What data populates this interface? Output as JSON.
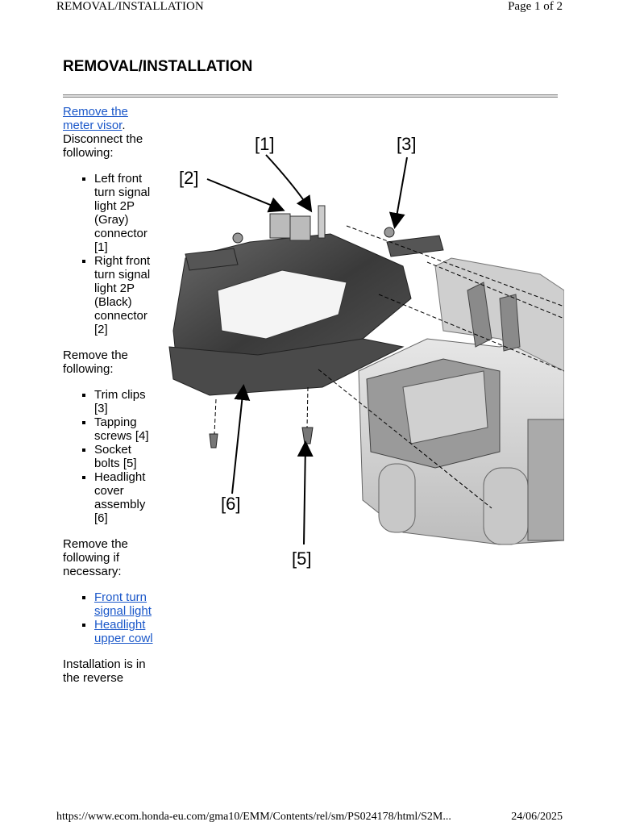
{
  "print_header": {
    "left": "REMOVAL/INSTALLATION",
    "right": "Page 1 of 2"
  },
  "title": "REMOVAL/INSTALLATION",
  "steps": {
    "link_visor": "Remove the meter visor",
    "link_visor_suffix": ".",
    "disconnect_intro": "Disconnect the following:",
    "disconnect_items": [
      "Left front turn signal light 2P (Gray) connector [1]",
      "Right front turn signal light 2P (Black) connector [2]"
    ],
    "remove_intro": "Remove the following:",
    "remove_items": [
      "Trim clips [3]",
      "Tapping screws [4]",
      "Socket bolts [5]",
      "Headlight cover assembly [6]"
    ],
    "optional_intro": "Remove the following if necessary:",
    "optional_links": [
      "Front turn signal light",
      "Headlight upper cowl"
    ],
    "installation_note": "Installation is in the reverse"
  },
  "figure": {
    "callouts": [
      "[1]",
      "[2]",
      "[3]",
      "[5]",
      "[6]"
    ]
  },
  "print_footer": {
    "url": "https://www.ecom.honda-eu.com/gma10/EMM/Contents/rel/sm/PS024178/html/S2M...",
    "date": "24/06/2025"
  }
}
